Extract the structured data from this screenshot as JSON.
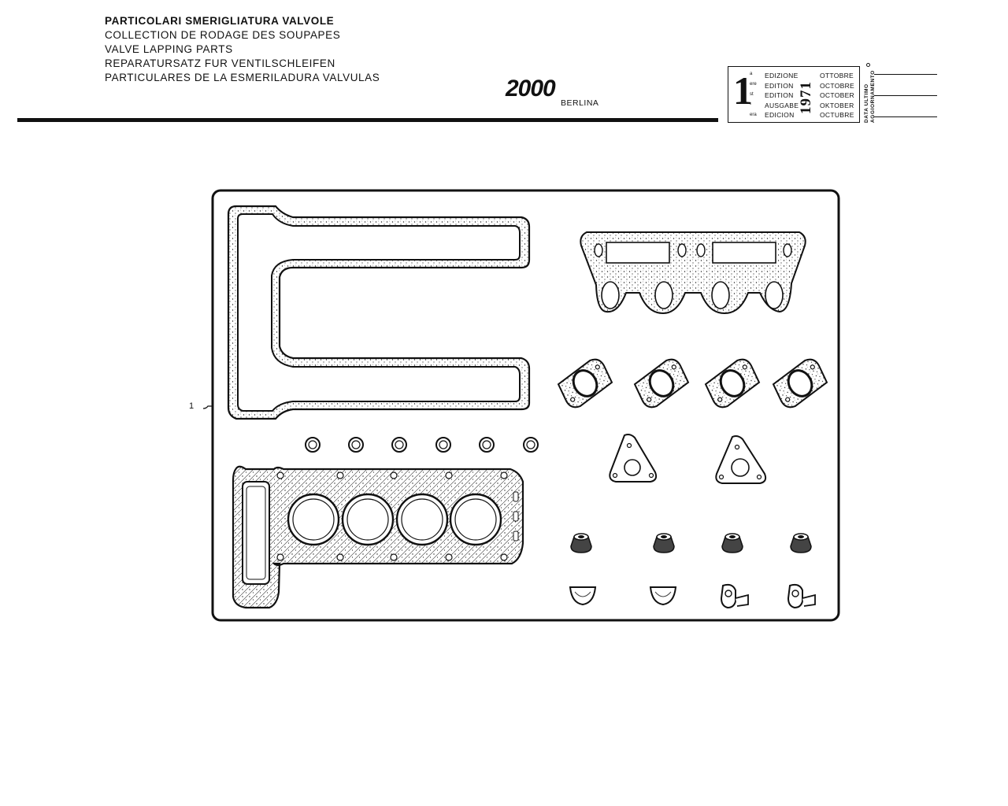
{
  "titles": [
    "PARTICOLARI SMERIGLIATURA VALVOLE",
    "COLLECTION DE RODAGE DES SOUPAPES",
    "VALVE LAPPING PARTS",
    "REPARATURSATZ FUR VENTILSCHLEIFEN",
    "PARTICULARES DE LA ESMERILADURA VALVULAS"
  ],
  "model": {
    "name": "2000",
    "variant": "BERLINA"
  },
  "edition": {
    "numeral": "1",
    "suffixes": [
      "a",
      "ere",
      "st",
      "-",
      "era"
    ],
    "words": [
      "EDIZIONE",
      "EDITION",
      "EDITION",
      "AUSGABE",
      "EDICION"
    ],
    "year": "1971",
    "months": [
      "OTTOBRE",
      "OCTOBRE",
      "OCTOBER",
      "OKTOBER",
      "OCTUBRE"
    ]
  },
  "last_update_label": [
    "DATA ULTIMO",
    "AGGIORNAMENTO"
  ],
  "callout_number": "1"
}
